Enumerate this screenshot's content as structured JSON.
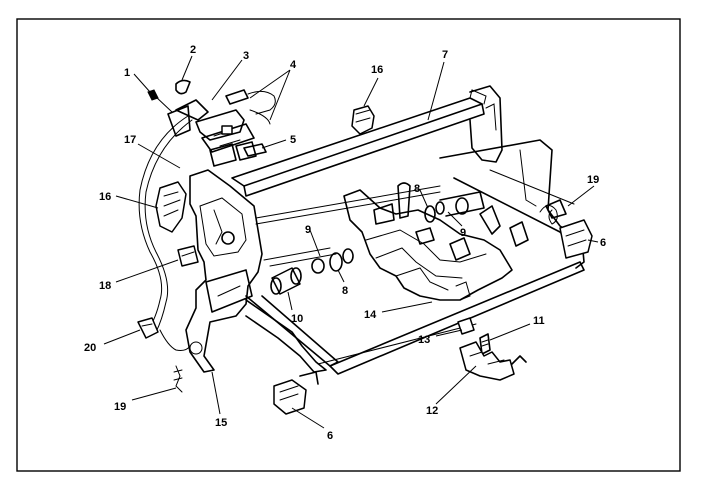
{
  "callouts": [
    {
      "id": "c1",
      "label": "1"
    },
    {
      "id": "c2",
      "label": "2"
    },
    {
      "id": "c3",
      "label": "3"
    },
    {
      "id": "c4",
      "label": "4"
    },
    {
      "id": "c5",
      "label": "5"
    },
    {
      "id": "c6a",
      "label": "6"
    },
    {
      "id": "c6b",
      "label": "6"
    },
    {
      "id": "c7",
      "label": "7"
    },
    {
      "id": "c8a",
      "label": "8"
    },
    {
      "id": "c8b",
      "label": "8"
    },
    {
      "id": "c9a",
      "label": "9"
    },
    {
      "id": "c9b",
      "label": "9"
    },
    {
      "id": "c10",
      "label": "10"
    },
    {
      "id": "c11",
      "label": "11"
    },
    {
      "id": "c12",
      "label": "12"
    },
    {
      "id": "c13",
      "label": "13"
    },
    {
      "id": "c14",
      "label": "14"
    },
    {
      "id": "c15",
      "label": "15"
    },
    {
      "id": "c16a",
      "label": "16"
    },
    {
      "id": "c16b",
      "label": "16"
    },
    {
      "id": "c17",
      "label": "17"
    },
    {
      "id": "c18",
      "label": "18"
    },
    {
      "id": "c19a",
      "label": "19"
    },
    {
      "id": "c19b",
      "label": "19"
    },
    {
      "id": "c20",
      "label": "20"
    }
  ]
}
